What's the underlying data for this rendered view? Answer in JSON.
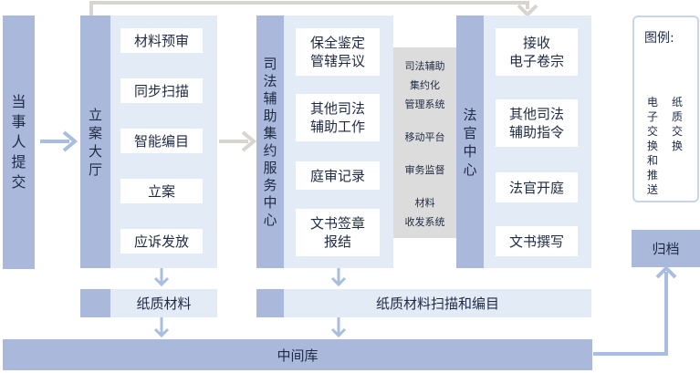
{
  "petitioner": "当事人提交",
  "filing_hall": {
    "label": "立案大厅",
    "steps": [
      "材料预审",
      "同步扫描",
      "智能编目",
      "立案",
      "应诉发放"
    ],
    "paper": "纸质材料"
  },
  "judicial_center": {
    "label": "司法辅助集约服务中心",
    "tasks": [
      "保全鉴定\n管辖异议",
      "其他司法\n辅助工作",
      "庭审记录",
      "文书签章\n报结"
    ],
    "paper": "纸质材料扫描和编目"
  },
  "platform": {
    "items": [
      "司法辅助\n集约化\n管理系统",
      "移动平台",
      "审务监督",
      "材料\n收发系统"
    ]
  },
  "judge_center": {
    "label": "法官中心",
    "tasks": [
      "接收\n电子卷宗",
      "其他司法\n辅助指令",
      "法官开庭",
      "文书撰写"
    ]
  },
  "legend": {
    "title": "图例:",
    "electronic": "电子交换和推送",
    "paper": "纸质交换"
  },
  "archive": "归档",
  "warehouse": "中间库",
  "colors": {
    "dark": "#aab8dc",
    "light": "#e3ebf7",
    "gray_arrow": "#d8d4d0",
    "blue_arrow": "#a9bde0"
  }
}
